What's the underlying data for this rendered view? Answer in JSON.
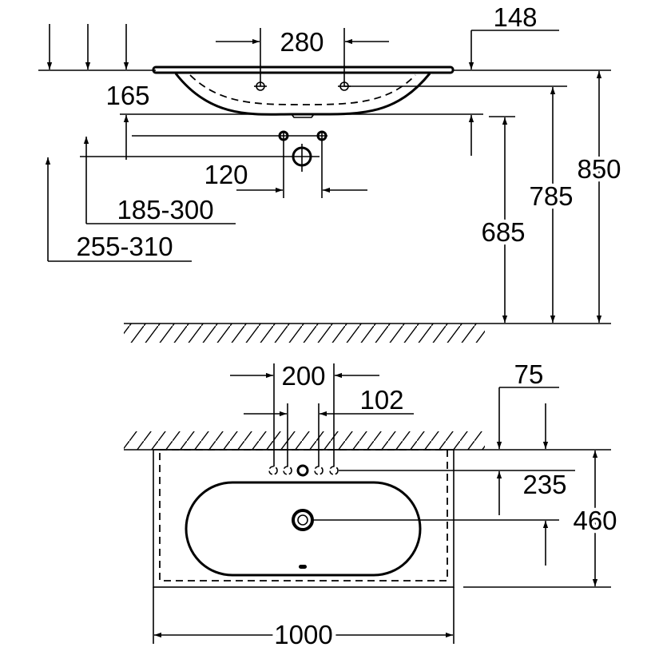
{
  "side_view": {
    "dims": {
      "tap_spacing": "280",
      "top_offset": "148",
      "basin_depth": "165",
      "valve_spacing": "120",
      "valve_height": "185-300",
      "waste_height": "255-310",
      "basin_bottom_height": "685",
      "tap_hole_height": "785",
      "top_height": "850"
    }
  },
  "plan_view": {
    "dims": {
      "outer_holes": "200",
      "inner_holes": "102",
      "wall_offset": "75",
      "tap_to_drain": "235",
      "depth": "460",
      "width": "1000"
    }
  }
}
